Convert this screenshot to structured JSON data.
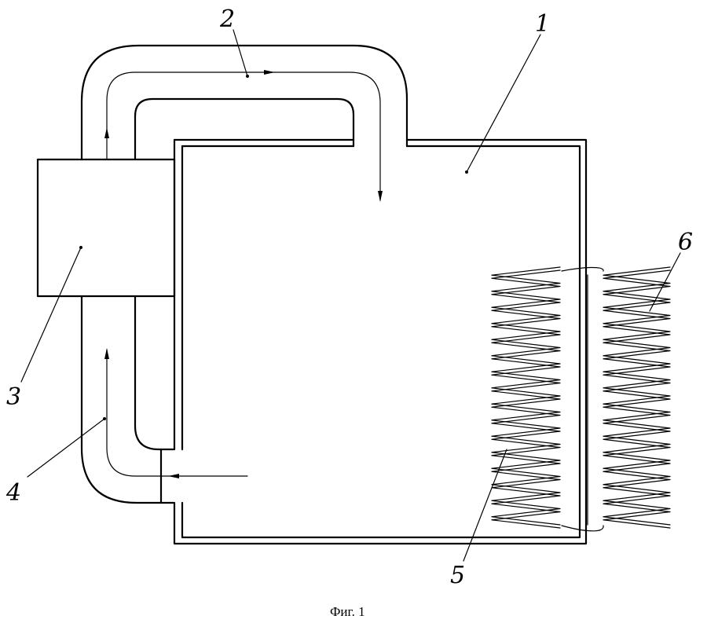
{
  "labels": {
    "l1": "1",
    "l2": "2",
    "l3": "3",
    "l4": "4",
    "l5": "5",
    "l6": "6"
  },
  "caption": "Фиг. 1"
}
